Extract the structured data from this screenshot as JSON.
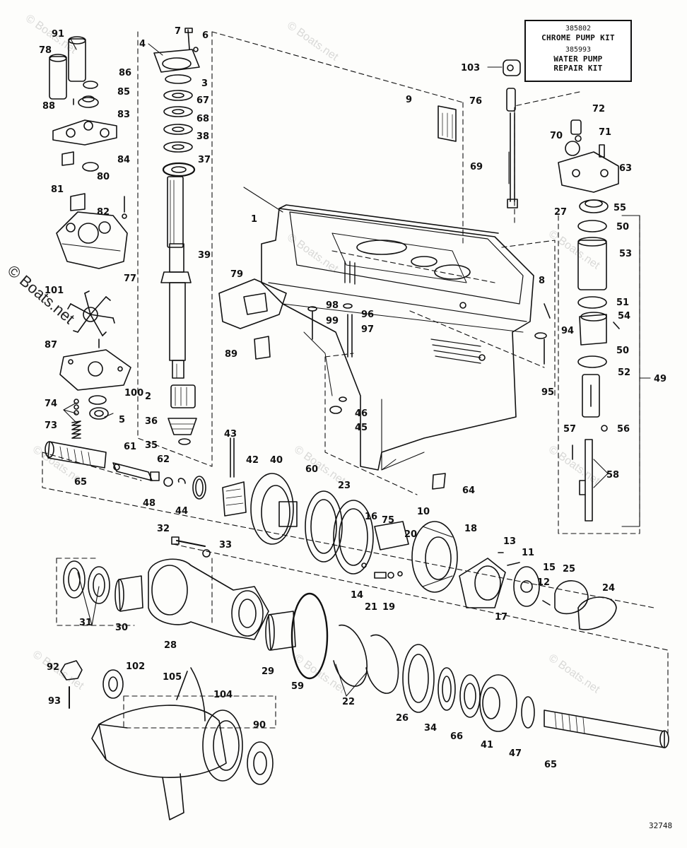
{
  "kit_box": {
    "kit1_number": "385802",
    "kit1_name": "CHROME PUMP KIT",
    "kit2_number": "385993",
    "kit2_name_line1": "WATER PUMP",
    "kit2_name_line2": "REPAIR KIT"
  },
  "drawing_number": "32748",
  "watermark": "© Boats.net",
  "part_labels": {
    "p91": "91",
    "p78": "78",
    "p86": "86",
    "p85": "85",
    "p88": "88",
    "p83": "83",
    "p84": "84",
    "p81": "81",
    "p80": "80",
    "p82": "82",
    "p77": "77",
    "p101": "101",
    "p87": "87",
    "p100": "100",
    "p74": "74",
    "p5": "5",
    "p73": "73",
    "p65a": "65",
    "p61": "61",
    "p62": "62",
    "p48": "48",
    "p44": "44",
    "p4": "4",
    "p7": "7",
    "p6": "6",
    "p3": "3",
    "p67": "67",
    "p68": "68",
    "p38": "38",
    "p37": "37",
    "p39": "39",
    "p2": "2",
    "p36": "36",
    "p35": "35",
    "p9": "9",
    "p103": "103",
    "p76": "76",
    "p69": "69",
    "p72": "72",
    "p71": "71",
    "p70": "70",
    "p63": "63",
    "p27": "27",
    "p55": "55",
    "p50a": "50",
    "p53": "53",
    "p51": "51",
    "p54": "54",
    "p50b": "50",
    "p52": "52",
    "p49": "49",
    "p56": "56",
    "p57": "57",
    "p58": "58",
    "p1": "1",
    "p8": "8",
    "p79": "79",
    "p98": "98",
    "p99": "99",
    "p96": "96",
    "p97": "97",
    "p89": "89",
    "p94": "94",
    "p95": "95",
    "p46": "46",
    "p45": "45",
    "p43": "43",
    "p42": "42",
    "p40": "40",
    "p60": "60",
    "p23": "23",
    "p64": "64",
    "p32": "32",
    "p33": "33",
    "p16": "16",
    "p75": "75",
    "p20": "20",
    "p10": "10",
    "p18": "18",
    "p13": "13",
    "p11": "11",
    "p14": "14",
    "p21": "21",
    "p19": "19",
    "p15": "15",
    "p12": "12",
    "p25": "25",
    "p24": "24",
    "p17": "17",
    "p31": "31",
    "p30": "30",
    "p28": "28",
    "p29": "29",
    "p59": "59",
    "p22": "22",
    "p26": "26",
    "p34": "34",
    "p66": "66",
    "p41": "41",
    "p47": "47",
    "p65b": "65",
    "p92": "92",
    "p102": "102",
    "p93": "93",
    "p105": "105",
    "p104": "104",
    "p90": "90"
  },
  "colors": {
    "ink": "#111111",
    "paper": "#fdfdfb",
    "watermark": "#9a9a9a"
  }
}
